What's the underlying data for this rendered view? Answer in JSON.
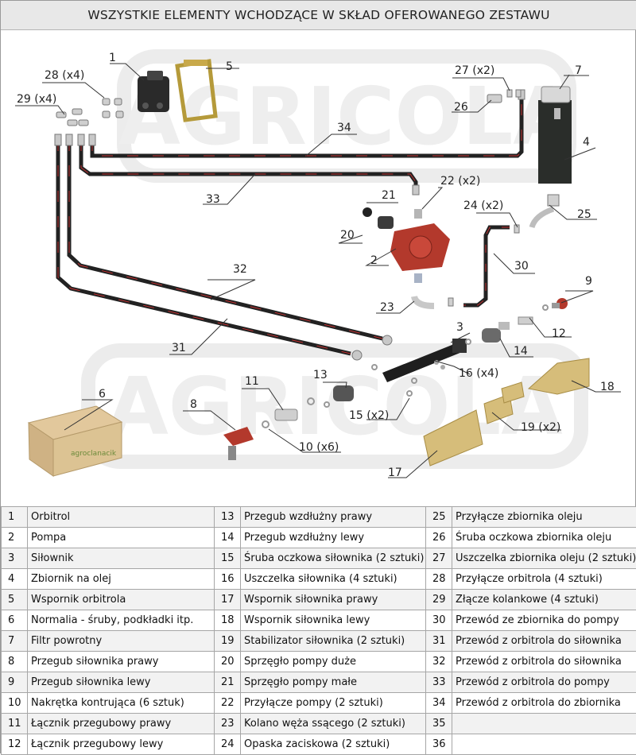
{
  "title": "WSZYSTKIE ELEMENTY WCHODZĄCE W SKŁAD OFEROWANEGO ZESTAWU",
  "watermark": "AGRICOLA",
  "callouts": {
    "c1": "1",
    "c2": "2",
    "c3": "3",
    "c4": "4",
    "c5": "5",
    "c6": "6",
    "c7": "7",
    "c8": "8",
    "c9": "9",
    "c10": "10 (x6)",
    "c11": "11",
    "c12": "12",
    "c13": "13",
    "c14": "14",
    "c15": "15 (x2)",
    "c16": "16 (x4)",
    "c17": "17",
    "c18": "18",
    "c19": "19 (x2)",
    "c20": "20",
    "c21": "21",
    "c22": "22 (x2)",
    "c23": "23",
    "c24": "24 (x2)",
    "c25": "25",
    "c26": "26",
    "c27": "27 (x2)",
    "c28": "28 (x4)",
    "c29": "29 (x4)",
    "c30": "30",
    "c31": "31",
    "c32": "32",
    "c33": "33",
    "c34": "34"
  },
  "box_label": "agroclanacik",
  "parts": [
    {
      "n": "1",
      "name": "Orbitrol"
    },
    {
      "n": "2",
      "name": "Pompa"
    },
    {
      "n": "3",
      "name": "Siłownik"
    },
    {
      "n": "4",
      "name": "Zbiornik na olej"
    },
    {
      "n": "5",
      "name": "Wspornik orbitrola"
    },
    {
      "n": "6",
      "name": "Normalia - śruby, podkładki itp."
    },
    {
      "n": "7",
      "name": "Filtr powrotny"
    },
    {
      "n": "8",
      "name": "Przegub siłownika prawy"
    },
    {
      "n": "9",
      "name": "Przegub siłownika lewy"
    },
    {
      "n": "10",
      "name": "Nakrętka kontrująca (6 sztuk)"
    },
    {
      "n": "11",
      "name": "Łącznik przegubowy prawy"
    },
    {
      "n": "12",
      "name": "Łącznik przegubowy lewy"
    },
    {
      "n": "13",
      "name": "Przegub wzdłużny prawy"
    },
    {
      "n": "14",
      "name": "Przegub wzdłużny lewy"
    },
    {
      "n": "15",
      "name": "Śruba oczkowa siłownika (2 sztuki)"
    },
    {
      "n": "16",
      "name": "Uszczelka siłownika (4 sztuki)"
    },
    {
      "n": "17",
      "name": "Wspornik siłownika prawy"
    },
    {
      "n": "18",
      "name": "Wspornik siłownika lewy"
    },
    {
      "n": "19",
      "name": "Stabilizator siłownika (2 sztuki)"
    },
    {
      "n": "20",
      "name": "Sprzęgło pompy duże"
    },
    {
      "n": "21",
      "name": "Sprzęgło pompy małe"
    },
    {
      "n": "22",
      "name": "Przyłącze pompy (2 sztuki)"
    },
    {
      "n": "23",
      "name": "Kolano węża ssącego (2 sztuki)"
    },
    {
      "n": "24",
      "name": "Opaska zaciskowa (2 sztuki)"
    },
    {
      "n": "25",
      "name": "Przyłącze zbiornika oleju"
    },
    {
      "n": "26",
      "name": "Śruba oczkowa zbiornika oleju"
    },
    {
      "n": "27",
      "name": "Uszczelka zbiornika oleju (2 sztuki)"
    },
    {
      "n": "28",
      "name": "Przyłącze orbitrola (4 sztuki)"
    },
    {
      "n": "29",
      "name": "Złącze kolankowe (4 sztuki)"
    },
    {
      "n": "30",
      "name": "Przewód ze zbiornika do pompy"
    },
    {
      "n": "31",
      "name": "Przewód z orbitrola do siłownika"
    },
    {
      "n": "32",
      "name": "Przewód z orbitrola do siłownika"
    },
    {
      "n": "33",
      "name": "Przewód z orbitrola do pompy"
    },
    {
      "n": "34",
      "name": "Przewód z orbitrola do zbiornika"
    },
    {
      "n": "35",
      "name": ""
    },
    {
      "n": "36",
      "name": ""
    }
  ]
}
